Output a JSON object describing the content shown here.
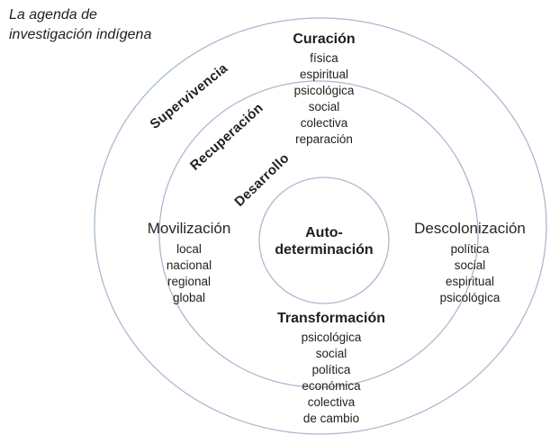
{
  "title": {
    "line1": "La agenda de",
    "line2": "investigación indígena"
  },
  "ring_labels": [
    {
      "label": "Supervivencia"
    },
    {
      "label": "Recuperación"
    },
    {
      "label": "Desarrollo"
    }
  ],
  "center": {
    "line1": "Auto-",
    "line2": "determinación"
  },
  "sections": {
    "top": {
      "title": "Curación",
      "items": [
        "física",
        "espiritual",
        "psicológica",
        "social",
        "colectiva",
        "reparación"
      ]
    },
    "left": {
      "title": "Movilización",
      "items": [
        "local",
        "nacional",
        "regional",
        "global"
      ]
    },
    "right": {
      "title": "Descolonización",
      "items": [
        "política",
        "social",
        "espiritual",
        "psicológica"
      ]
    },
    "bottom": {
      "title": "Transformación",
      "items": [
        "psicológica",
        "social",
        "política",
        "económica",
        "colectiva",
        "de cambio"
      ]
    }
  },
  "colors": {
    "circle_stroke": "#a6b8cc",
    "text": "#1f1f1f",
    "background": "#ffffff"
  }
}
